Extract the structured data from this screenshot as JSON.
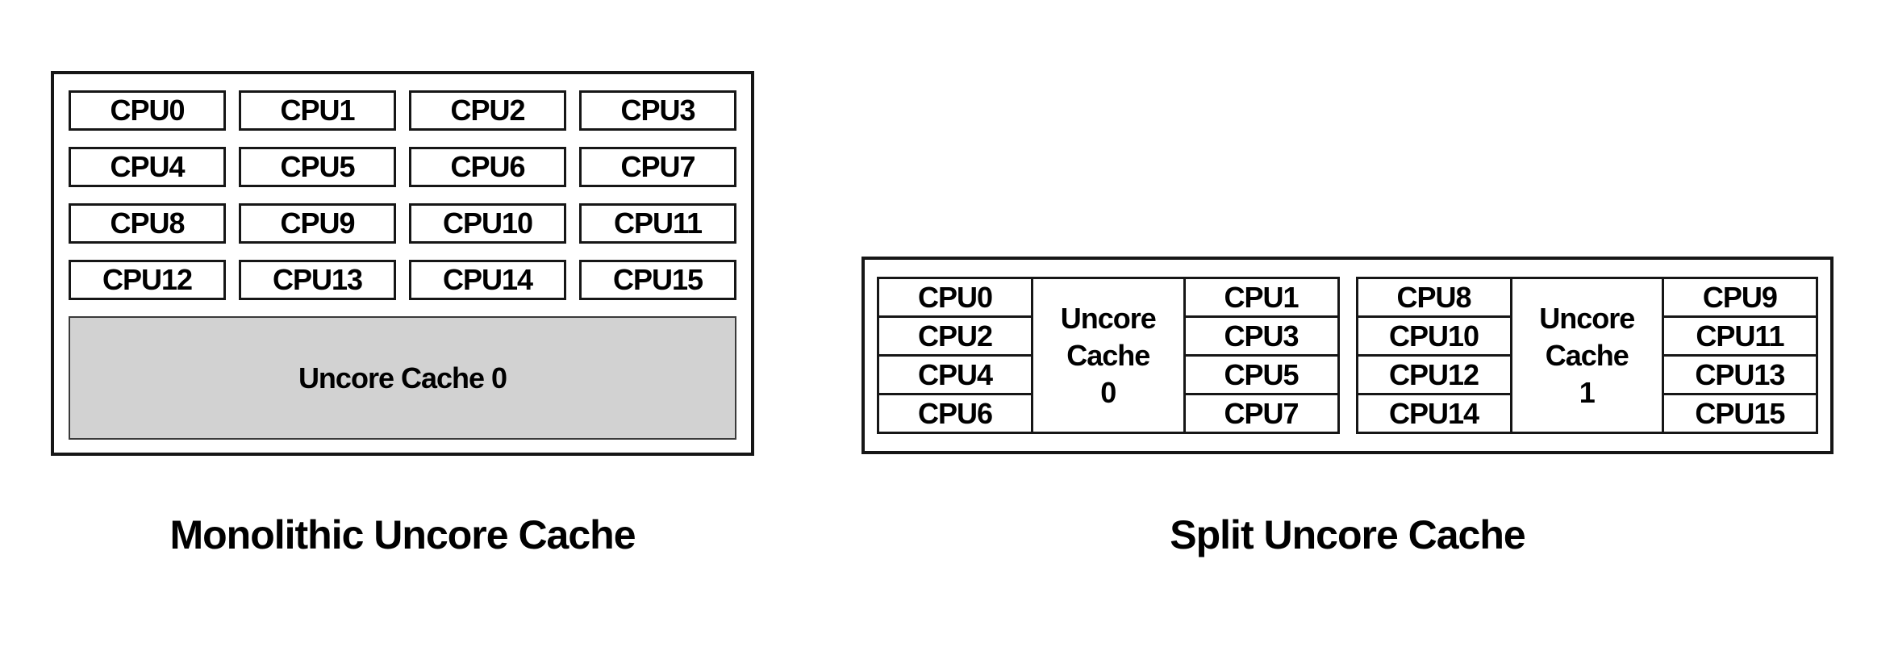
{
  "colors": {
    "page_bg": "#ffffff",
    "text_color": "#000000",
    "border_color": "#161616",
    "cache_fill": "#d2d2d2"
  },
  "mono": {
    "caption": "Monolithic Uncore Cache",
    "cpus": [
      "CPU0",
      "CPU1",
      "CPU2",
      "CPU3",
      "CPU4",
      "CPU5",
      "CPU6",
      "CPU7",
      "CPU8",
      "CPU9",
      "CPU10",
      "CPU11",
      "CPU12",
      "CPU13",
      "CPU14",
      "CPU15"
    ],
    "cache_label": "Uncore Cache 0"
  },
  "split": {
    "caption": "Split Uncore Cache",
    "groups": [
      {
        "left_cpus": [
          "CPU0",
          "CPU2",
          "CPU4",
          "CPU6"
        ],
        "right_cpus": [
          "CPU1",
          "CPU3",
          "CPU5",
          "CPU7"
        ],
        "cache_lines": [
          "Uncore",
          "Cache",
          "0"
        ]
      },
      {
        "left_cpus": [
          "CPU8",
          "CPU10",
          "CPU12",
          "CPU14"
        ],
        "right_cpus": [
          "CPU9",
          "CPU11",
          "CPU13",
          "CPU15"
        ],
        "cache_lines": [
          "Uncore",
          "Cache",
          "1"
        ]
      }
    ]
  }
}
